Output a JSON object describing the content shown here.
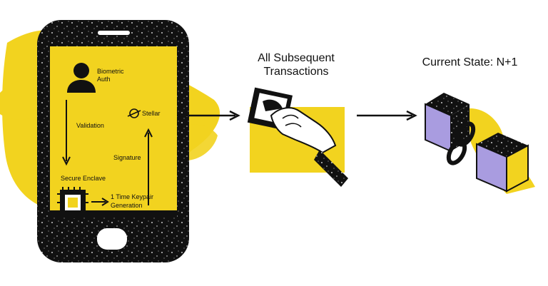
{
  "colors": {
    "accent_yellow": "#f2d31f",
    "ink": "#111111",
    "lavender": "#a99ce0",
    "screen_bg": "#f2d31f",
    "paper": "#ffffff"
  },
  "phone": {
    "nodes": {
      "biometric_line1": "Biometric",
      "biometric_line2": "Auth",
      "validation": "Validation",
      "stellar": "Stellar",
      "signature": "Signature",
      "secure_enclave": "Secure Enclave",
      "keypair_line1": "1 Time Keypair",
      "keypair_line2": "Generation"
    },
    "icons": [
      "user-icon",
      "stellar-logo-icon",
      "chip-icon"
    ]
  },
  "steps": {
    "transactions_line1": "All Subsequent",
    "transactions_line2": "Transactions",
    "current_state": "Current State: N+1"
  },
  "illustrations": [
    "hand-inserting-card-illustration",
    "chained-blocks-illustration"
  ]
}
